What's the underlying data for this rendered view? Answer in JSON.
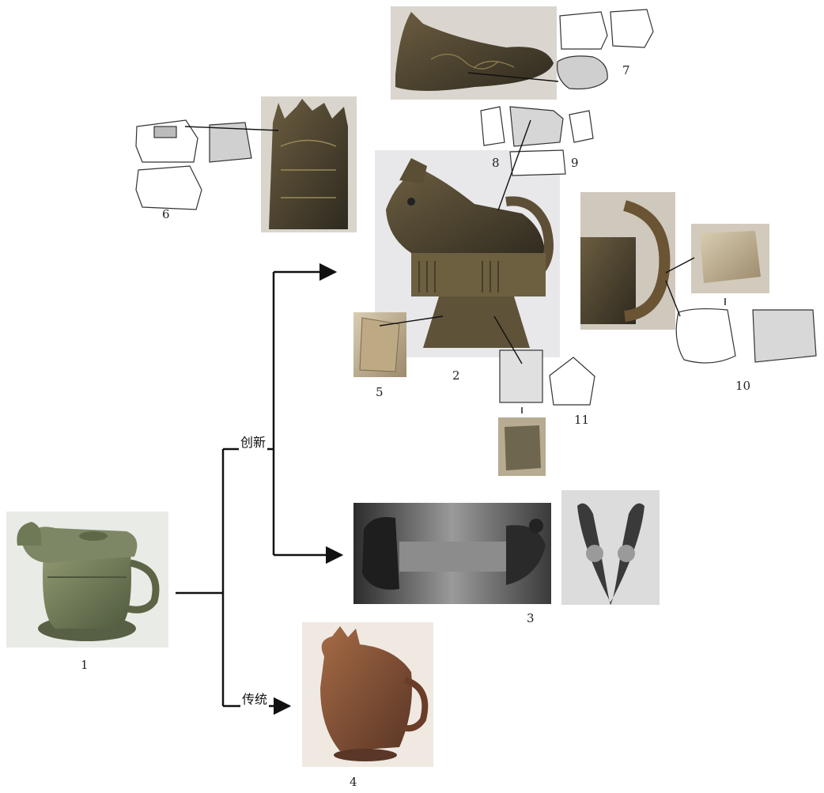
{
  "branches": {
    "innovation": "创新",
    "tradition": "传统"
  },
  "labels": {
    "n1": "1",
    "n2": "2",
    "n3": "3",
    "n4": "4",
    "n5": "5",
    "n6": "6",
    "n7": "7",
    "n8": "8",
    "n9": "9",
    "n10": "10",
    "n11": "11"
  },
  "colors": {
    "bronze_green": "#6f7a55",
    "bronze_dark": "#4a4130",
    "bronze_brown": "#8a5a3c",
    "line": "#111111"
  }
}
